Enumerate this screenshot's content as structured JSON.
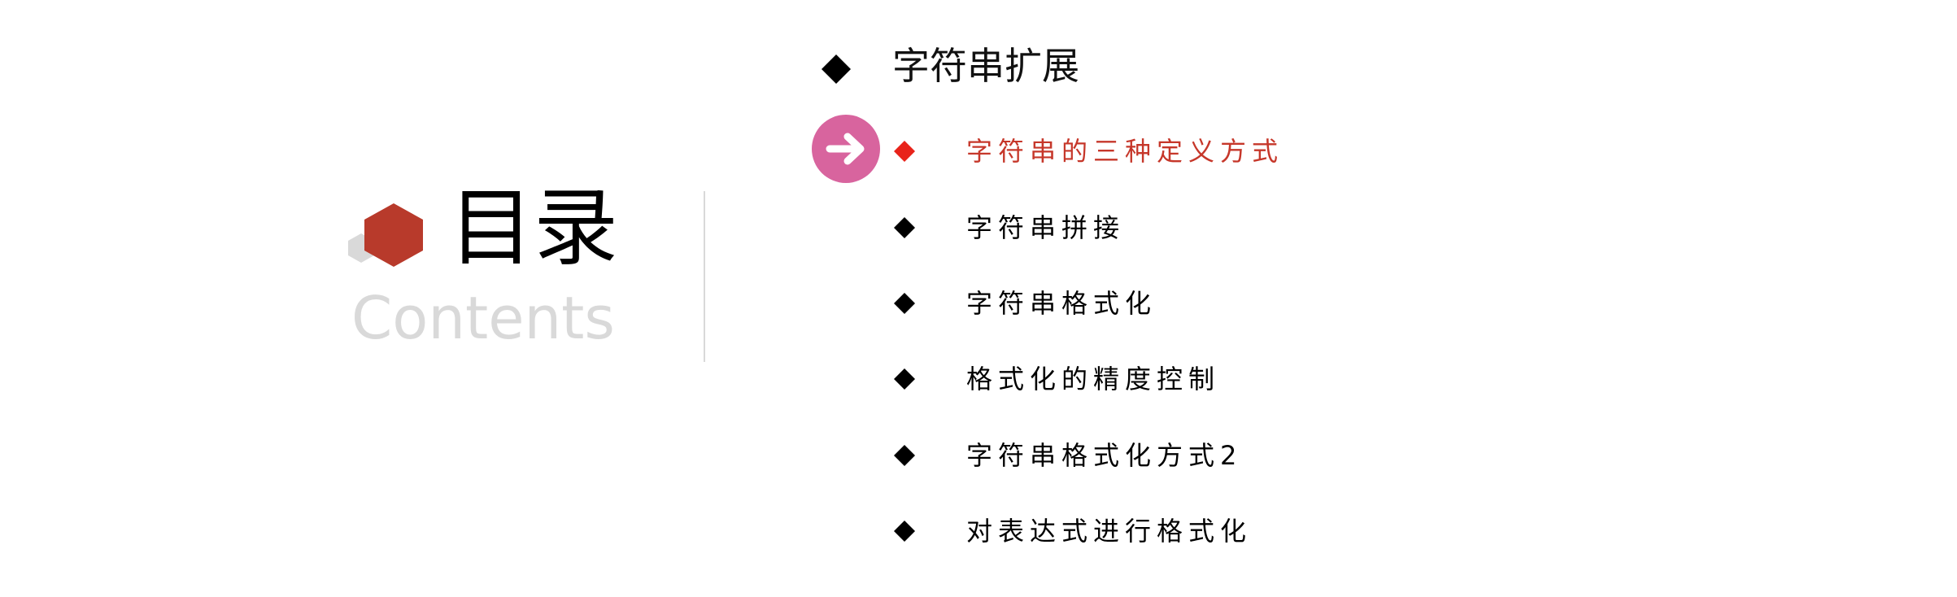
{
  "title": {
    "cn": "目录",
    "en": "Contents"
  },
  "section": {
    "title": "字符串扩展",
    "bullet_color": "#000000"
  },
  "items": [
    {
      "label": "字符串的三种定义方式",
      "active": true
    },
    {
      "label": "字符串拼接",
      "active": false
    },
    {
      "label": "字符串格式化",
      "active": false
    },
    {
      "label": "格式化的精度控制",
      "active": false
    },
    {
      "label": "字符串格式化方式2",
      "active": false
    },
    {
      "label": "对表达式进行格式化",
      "active": false
    }
  ],
  "colors": {
    "accent_red": "#c6372a",
    "hex_red": "#b83a2b",
    "hex_gray": "#d9d9d9",
    "subtitle_gray": "#d9d9d9",
    "badge_pink": "#d8649e",
    "active_bullet": "#e8231a"
  },
  "icons": {
    "title": "hexagon-cluster-icon",
    "current_item": "arrow-right-circle-icon",
    "bullet": "diamond-icon"
  }
}
